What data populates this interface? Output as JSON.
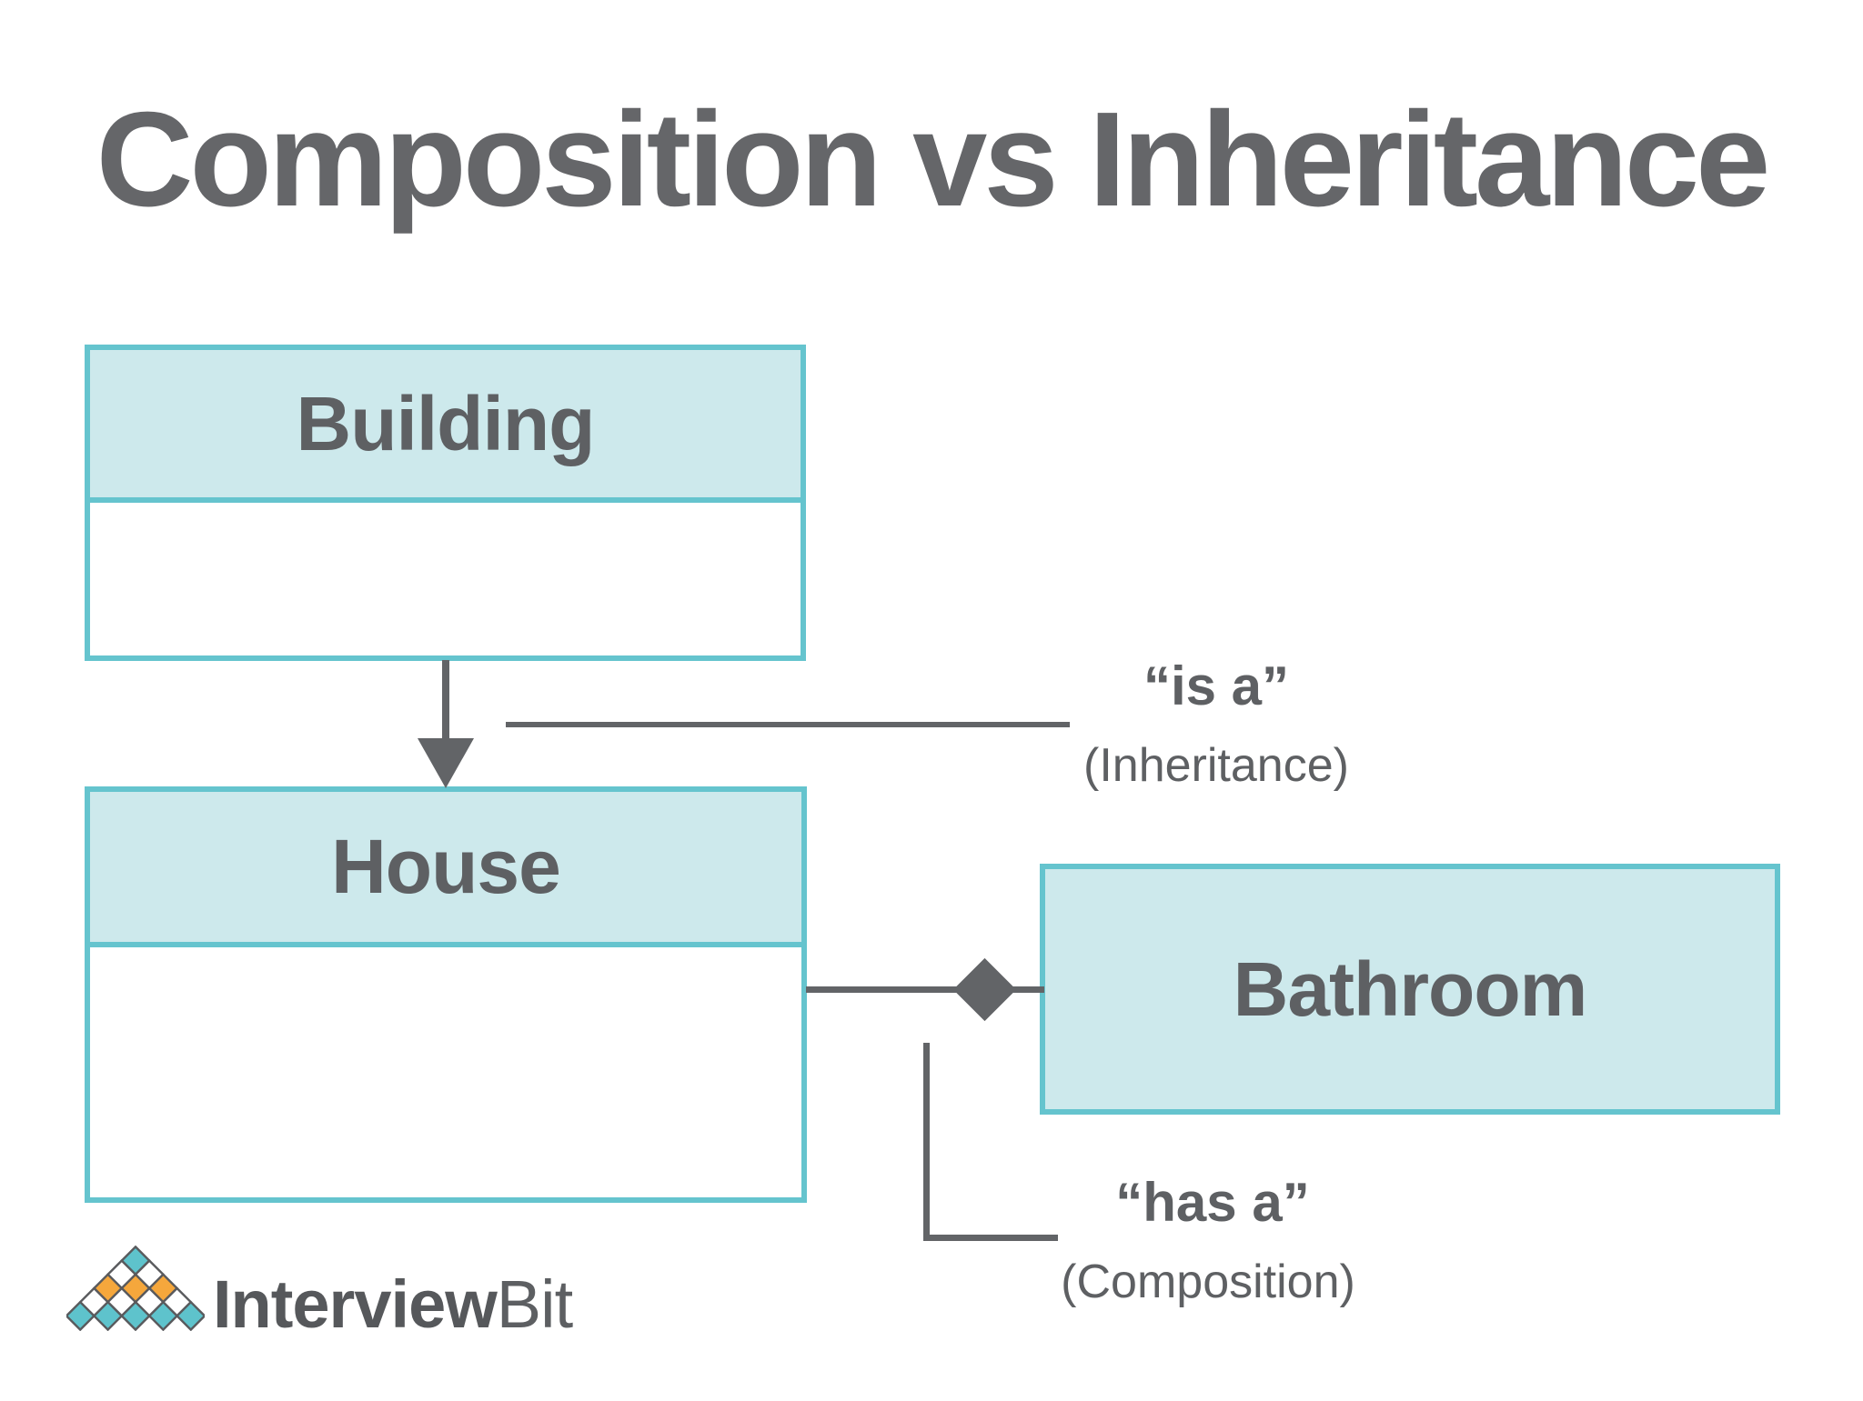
{
  "title": "Composition vs Inheritance",
  "boxes": {
    "building": {
      "label": "Building"
    },
    "house": {
      "label": "House"
    },
    "bathroom": {
      "label": "Bathroom"
    }
  },
  "relationships": {
    "inheritance": {
      "label": "“is a”",
      "sublabel": "(Inheritance)"
    },
    "composition": {
      "label": "“has a”",
      "sublabel": "(Composition)"
    }
  },
  "logo": {
    "brand_bold": "Interview",
    "brand_light": "Bit"
  },
  "colors": {
    "box_border_teal": "#65c4ce",
    "box_header_fill": "#cde9ec",
    "connector_gray": "#626467",
    "label_text_gray": "#5e6063",
    "title_gray": "#656669",
    "logo_teal": "#5ec3cc",
    "logo_orange": "#f5a73c",
    "logo_text_gray": "#56585b"
  }
}
